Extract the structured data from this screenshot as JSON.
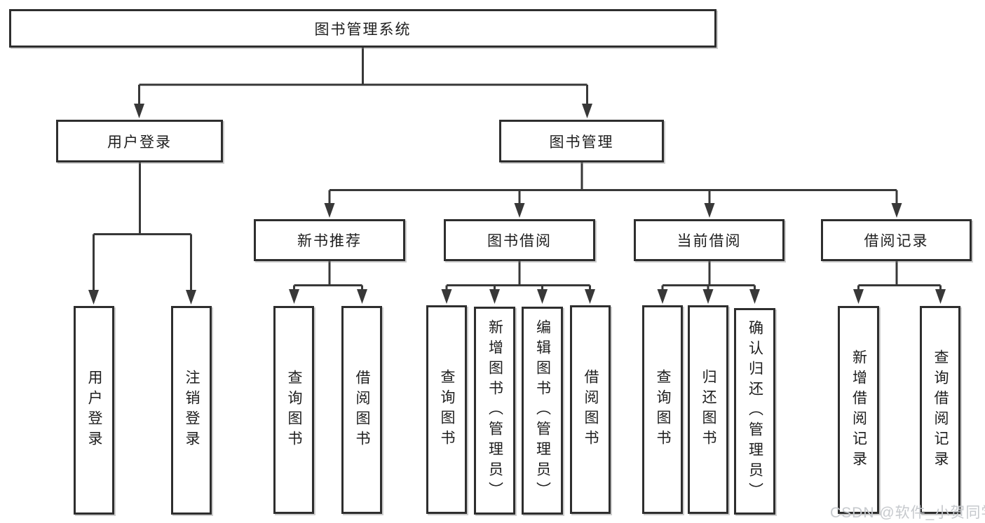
{
  "diagram": {
    "root": {
      "label": "图书管理系统"
    },
    "branches": [
      {
        "label": "用户登录",
        "children": [
          {
            "label": "用户登录"
          },
          {
            "label": "注销登录"
          }
        ]
      },
      {
        "label": "图书管理",
        "children": [
          {
            "label": "新书推荐",
            "children": [
              {
                "label": "查询图书"
              },
              {
                "label": "借阅图书"
              }
            ]
          },
          {
            "label": "图书借阅",
            "children": [
              {
                "label": "查询图书"
              },
              {
                "label": "新增图书（管理员）"
              },
              {
                "label": "编辑图书（管理员）"
              },
              {
                "label": "借阅图书"
              }
            ]
          },
          {
            "label": "当前借阅",
            "children": [
              {
                "label": "查询图书"
              },
              {
                "label": "归还图书"
              },
              {
                "label": "确认归还（管理员）"
              }
            ]
          },
          {
            "label": "借阅记录",
            "children": [
              {
                "label": "新增借阅记录"
              },
              {
                "label": "查询借阅记录"
              }
            ]
          }
        ]
      }
    ]
  },
  "watermark": {
    "text": "CSDN @软件_小贺同学",
    "color": "#c6c9cd"
  },
  "colors": {
    "line": "#383838",
    "box_border": "#2e2e2e",
    "text": "#1e1e1e",
    "background": "#ffffff"
  }
}
